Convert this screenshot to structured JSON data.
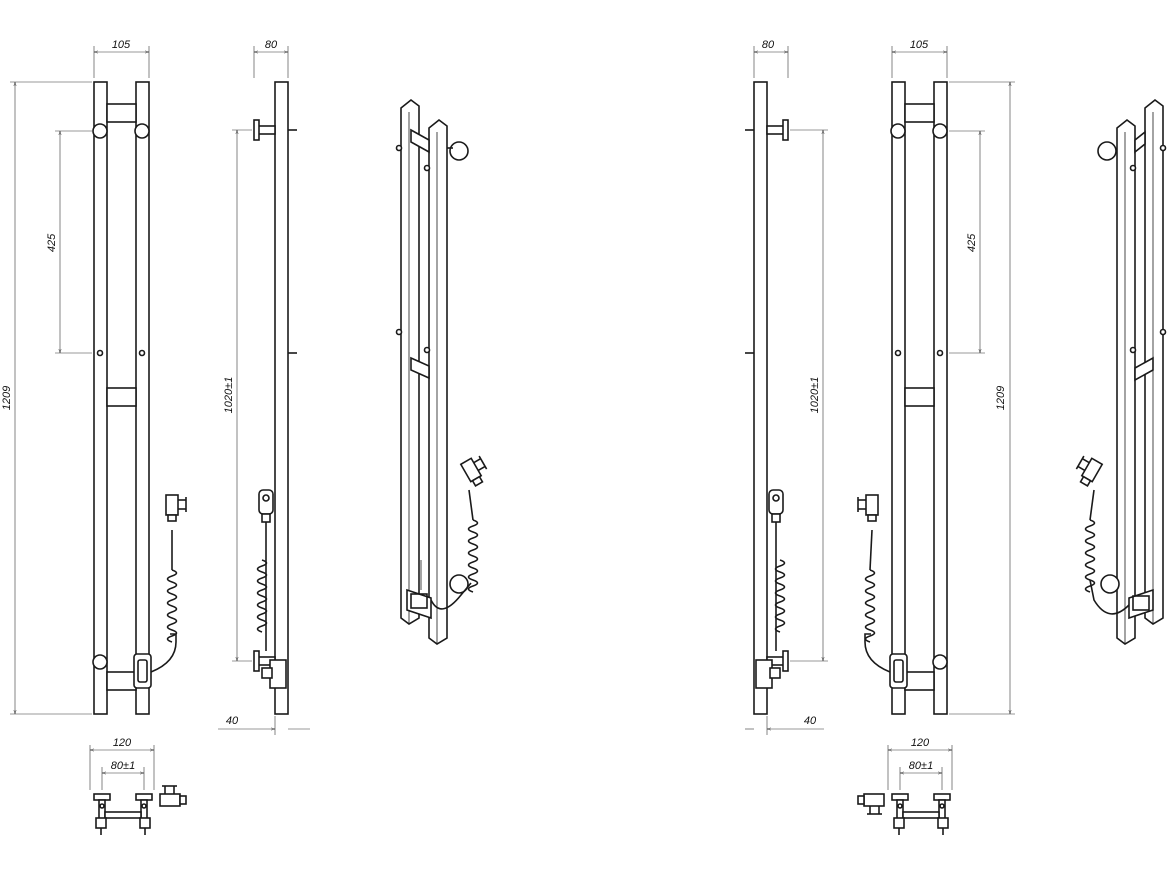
{
  "colors": {
    "line": "#1a1a1a",
    "background": "#ffffff"
  },
  "left_set": {
    "front": {
      "width": "105",
      "spacing": "425",
      "height": "1209"
    },
    "side": {
      "depth": "80",
      "mount_span": "1020±1",
      "offset": "40"
    },
    "top": {
      "overall": "120",
      "bracket": "80±1"
    }
  },
  "right_set": {
    "front": {
      "width": "105",
      "spacing": "425",
      "height": "1209"
    },
    "side": {
      "depth": "80",
      "mount_span": "1020±1",
      "offset": "40"
    },
    "top": {
      "overall": "120",
      "bracket": "80±1"
    }
  }
}
